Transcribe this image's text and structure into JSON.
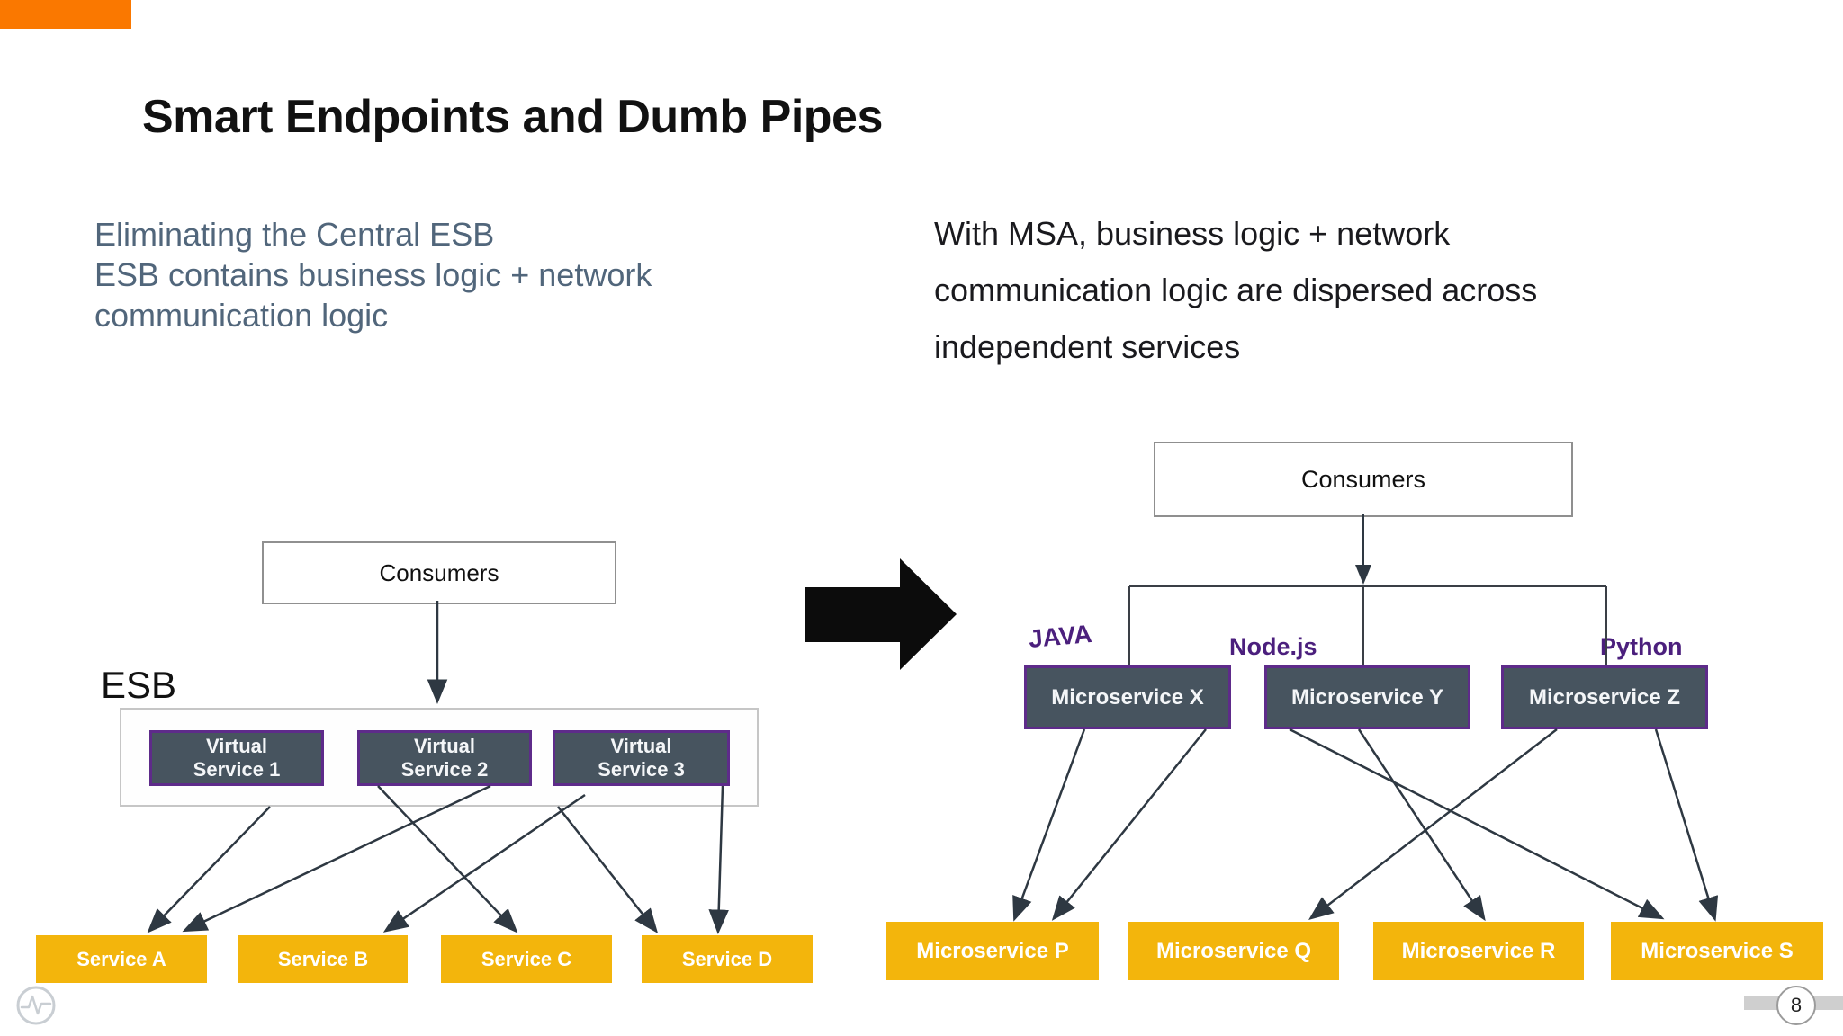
{
  "slide": {
    "title": "Smart Endpoints and Dumb Pipes",
    "page_number": "8"
  },
  "left_note": {
    "lines": [
      "Eliminating the Central ESB",
      "ESB contains business logic + network",
      "communication logic"
    ]
  },
  "right_note": {
    "lines": [
      "With MSA, business logic + network",
      "communication logic are dispersed across",
      "independent services"
    ]
  },
  "left_diagram": {
    "consumers_label": "Consumers",
    "esb_label": "ESB",
    "virtual_services": [
      {
        "line1": "Virtual",
        "line2": "Service 1"
      },
      {
        "line1": "Virtual",
        "line2": "Service 2"
      },
      {
        "line1": "Virtual",
        "line2": "Service 3"
      }
    ],
    "services": [
      "Service A",
      "Service B",
      "Service C",
      "Service D"
    ]
  },
  "right_diagram": {
    "consumers_label": "Consumers",
    "languages": [
      "JAVA",
      "Node.js",
      "Python"
    ],
    "top_services": [
      "Microservice X",
      "Microservice Y",
      "Microservice Z"
    ],
    "bottom_services": [
      "Microservice P",
      "Microservice Q",
      "Microservice R",
      "Microservice S"
    ]
  },
  "colors": {
    "accent_orange": "#fa7800",
    "box_yellow": "#f3b50c",
    "box_slate": "#47545f",
    "border_purple": "#5e2b8a",
    "text_purple": "#4b1f7d",
    "note_slate": "#51667b",
    "arrow_dark": "#2e3842"
  }
}
